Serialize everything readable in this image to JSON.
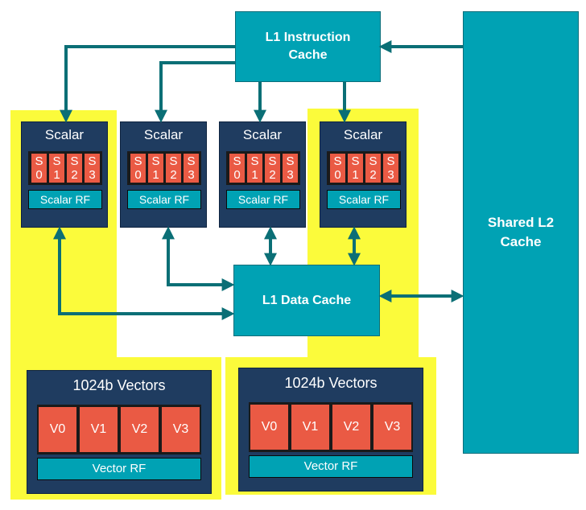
{
  "l1_instruction_cache": {
    "line1": "L1 Instruction",
    "line2": "Cache"
  },
  "l1_data_cache": "L1 Data Cache",
  "shared_l2_cache": {
    "line1": "Shared L2",
    "line2": "Cache"
  },
  "scalar_units": [
    {
      "title": "Scalar",
      "slots": [
        [
          "S",
          "0"
        ],
        [
          "S",
          "1"
        ],
        [
          "S",
          "2"
        ],
        [
          "S",
          "3"
        ]
      ],
      "rf": "Scalar RF"
    },
    {
      "title": "Scalar",
      "slots": [
        [
          "S",
          "0"
        ],
        [
          "S",
          "1"
        ],
        [
          "S",
          "2"
        ],
        [
          "S",
          "3"
        ]
      ],
      "rf": "Scalar RF"
    },
    {
      "title": "Scalar",
      "slots": [
        [
          "S",
          "0"
        ],
        [
          "S",
          "1"
        ],
        [
          "S",
          "2"
        ],
        [
          "S",
          "3"
        ]
      ],
      "rf": "Scalar RF"
    },
    {
      "title": "Scalar",
      "slots": [
        [
          "S",
          "0"
        ],
        [
          "S",
          "1"
        ],
        [
          "S",
          "2"
        ],
        [
          "S",
          "3"
        ]
      ],
      "rf": "Scalar RF"
    }
  ],
  "vector_units": [
    {
      "title": "1024b Vectors",
      "slots": [
        "V0",
        "V1",
        "V2",
        "V3"
      ],
      "rf": "Vector RF"
    },
    {
      "title": "1024b Vectors",
      "slots": [
        "V0",
        "V1",
        "V2",
        "V3"
      ],
      "rf": "Vector RF"
    }
  ],
  "colors": {
    "highlight": "#fbfb3b",
    "cache": "#00a2b4",
    "unit": "#1f3c60",
    "register": "#ea5a44",
    "arrow": "#0b6f76"
  }
}
